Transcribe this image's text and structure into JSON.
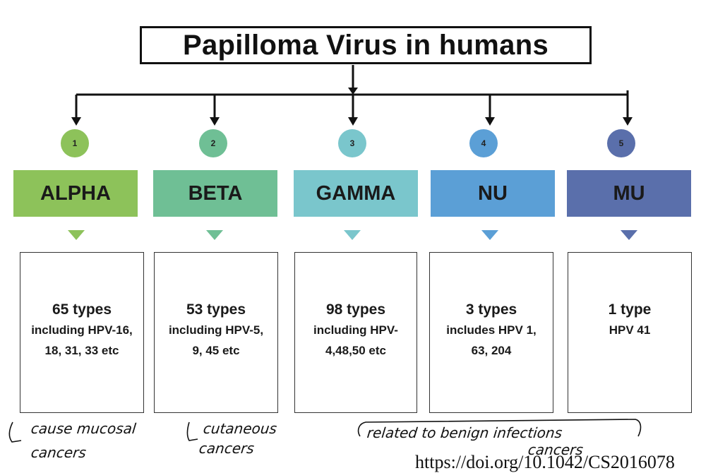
{
  "title": "Papilloma Virus in humans",
  "colors": {
    "alpha": "#8dc25a",
    "beta": "#6fbf95",
    "gamma": "#7ac6cc",
    "nu": "#5b9fd6",
    "mu": "#5a6fab"
  },
  "genera": [
    {
      "number": "1",
      "name": "ALPHA",
      "count": "65 types",
      "detail": "including HPV-16, 18, 31, 33 etc"
    },
    {
      "number": "2",
      "name": "BETA",
      "count": "53 types",
      "detail": "including HPV-5, 9, 45 etc"
    },
    {
      "number": "3",
      "name": "GAMMA",
      "count": "98 types",
      "detail": "including HPV-4,48,50 etc"
    },
    {
      "number": "4",
      "name": "NU",
      "count": "3 types",
      "detail": "includes HPV 1, 63, 204"
    },
    {
      "number": "5",
      "name": "MU",
      "count": "1 type",
      "detail": "HPV 41"
    }
  ],
  "annotations": {
    "alpha_line1": "cause mucosal",
    "alpha_line2": "cancers",
    "beta_line1": "cutaneous",
    "beta_line2": "cancers",
    "benign_line1": "related to benign infections",
    "benign_line2": "cancers"
  },
  "source_text": "https://doi.org/10.1042/CS2016078"
}
